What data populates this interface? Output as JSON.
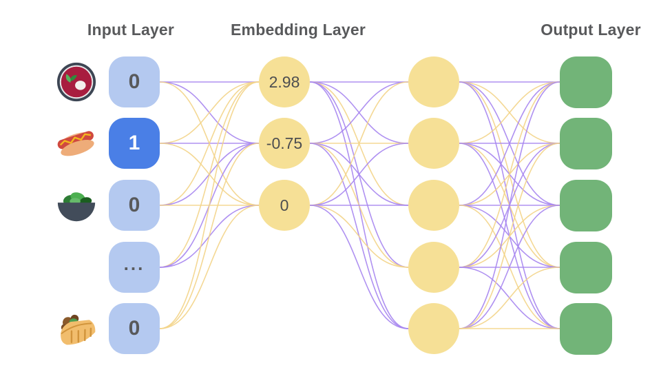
{
  "colors": {
    "header_text": "#58595b",
    "node_text": "#58595b",
    "input_inactive": "#b4c9f0",
    "input_active": "#4a7fe6",
    "input_active_text": "#ffffff",
    "embedding_fill": "#f6e096",
    "hidden_fill": "#f6e096",
    "output_fill": "#72b478",
    "edge_purple": "#a685ef",
    "edge_gold": "#f3d488"
  },
  "layers": {
    "input": {
      "label": "Input Layer",
      "nodes": [
        {
          "value": "0",
          "icon": "borscht-bowl-icon",
          "active": false
        },
        {
          "value": "1",
          "icon": "hot-dog-icon",
          "active": true
        },
        {
          "value": "0",
          "icon": "salad-bowl-icon",
          "active": false
        },
        {
          "value": "...",
          "icon": "none",
          "active": false
        },
        {
          "value": "0",
          "icon": "stuffed-flatbread-icon",
          "active": false
        }
      ]
    },
    "embedding": {
      "label": "Embedding Layer",
      "nodes": [
        {
          "value": "2.98"
        },
        {
          "value": "-0.75"
        },
        {
          "value": "0"
        }
      ]
    },
    "hidden": {
      "node_count": 5
    },
    "output": {
      "label": "Output Layer",
      "node_count": 5
    }
  },
  "edges": {
    "input_to_embedding": [
      [
        0,
        0,
        "p"
      ],
      [
        0,
        1,
        "p"
      ],
      [
        0,
        2,
        "g"
      ],
      [
        1,
        0,
        "g"
      ],
      [
        1,
        1,
        "p"
      ],
      [
        1,
        2,
        "g"
      ],
      [
        2,
        0,
        "g"
      ],
      [
        2,
        1,
        "p"
      ],
      [
        2,
        2,
        "g"
      ],
      [
        3,
        0,
        "g"
      ],
      [
        3,
        1,
        "p"
      ],
      [
        3,
        2,
        "p"
      ],
      [
        4,
        0,
        "g"
      ],
      [
        4,
        1,
        "g"
      ],
      [
        4,
        2,
        "g"
      ]
    ],
    "embedding_to_hidden": [
      [
        0,
        0,
        "p"
      ],
      [
        0,
        1,
        "p"
      ],
      [
        0,
        2,
        "g"
      ],
      [
        0,
        3,
        "p"
      ],
      [
        0,
        4,
        "p"
      ],
      [
        1,
        0,
        "p"
      ],
      [
        1,
        1,
        "g"
      ],
      [
        1,
        2,
        "p"
      ],
      [
        1,
        3,
        "g"
      ],
      [
        1,
        4,
        "p"
      ],
      [
        2,
        0,
        "g"
      ],
      [
        2,
        1,
        "p"
      ],
      [
        2,
        2,
        "p"
      ],
      [
        2,
        3,
        "g"
      ],
      [
        2,
        4,
        "p"
      ]
    ],
    "hidden_to_output": [
      [
        0,
        0,
        "p"
      ],
      [
        0,
        1,
        "g"
      ],
      [
        0,
        2,
        "p"
      ],
      [
        0,
        3,
        "g"
      ],
      [
        0,
        4,
        "p"
      ],
      [
        1,
        0,
        "g"
      ],
      [
        1,
        1,
        "p"
      ],
      [
        1,
        2,
        "p"
      ],
      [
        1,
        3,
        "g"
      ],
      [
        1,
        4,
        "p"
      ],
      [
        2,
        0,
        "p"
      ],
      [
        2,
        1,
        "g"
      ],
      [
        2,
        2,
        "p"
      ],
      [
        2,
        3,
        "p"
      ],
      [
        2,
        4,
        "g"
      ],
      [
        3,
        0,
        "g"
      ],
      [
        3,
        1,
        "p"
      ],
      [
        3,
        2,
        "g"
      ],
      [
        3,
        3,
        "p"
      ],
      [
        3,
        4,
        "p"
      ],
      [
        4,
        0,
        "p"
      ],
      [
        4,
        1,
        "g"
      ],
      [
        4,
        2,
        "p"
      ],
      [
        4,
        3,
        "g"
      ],
      [
        4,
        4,
        "g"
      ]
    ]
  }
}
